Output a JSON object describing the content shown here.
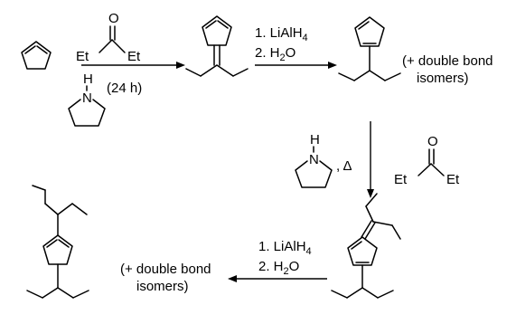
{
  "step1": {
    "reagent_atom_O": "O",
    "reagent_left_group": "Et",
    "reagent_right_group": "Et",
    "catalyst_H": "H",
    "catalyst_N": "N",
    "time": "(24 h)"
  },
  "step2": {
    "line1": "1. LiAlH",
    "line1_sub": "4",
    "line2": "2. H",
    "line2_sub": "2",
    "line2_end": "O",
    "note_line1": "(+ double bond",
    "note_line2": "isomers)"
  },
  "step3": {
    "catalyst_H": "H",
    "catalyst_N": "N",
    "separator": ", Δ",
    "reagent_atom_O": "O",
    "reagent_left_group": "Et",
    "reagent_right_group": "Et"
  },
  "step4": {
    "line1": "1. LiAlH",
    "line1_sub": "4",
    "line2": "2. H",
    "line2_sub": "2",
    "line2_end": "O",
    "note_line1": "(+ double bond",
    "note_line2": "isomers)"
  }
}
